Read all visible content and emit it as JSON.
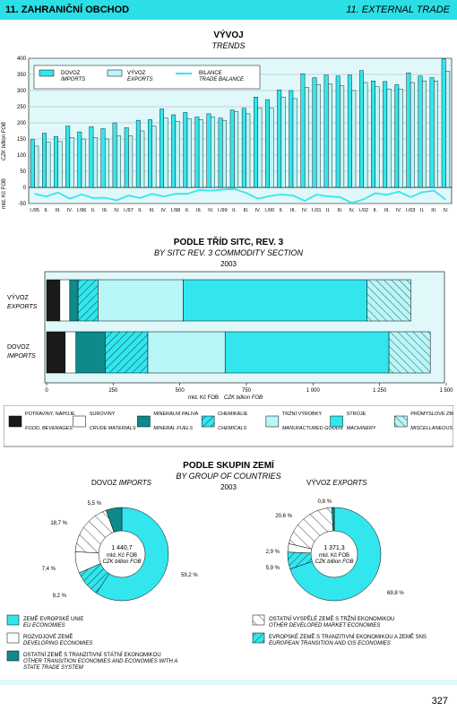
{
  "header": {
    "left": "11. ZAHRANIČNÍ OBCHOD",
    "right": "11. EXTERNAL TRADE"
  },
  "colors": {
    "cyan": "#33e6ee",
    "light_cyan": "#b8f6f8",
    "dark_teal": "#0e8a8a",
    "panel_bg": "#e0f8fa"
  },
  "trends": {
    "title": "VÝVOJ",
    "subtitle": "TRENDS",
    "ylabel_cz": "mld. Kč FOB",
    "ylabel_en": "CZK billion FOB",
    "legend": {
      "imports_cz": "DOVOZ",
      "imports_en": "IMPORTS",
      "exports_cz": "VÝVOZ",
      "exports_en": "EXPORTS",
      "balance_cz": "BILANCE",
      "balance_en": "TRADE BALANCE"
    }
  },
  "sitc": {
    "title": "PODLE TŘÍD SITC, REV. 3",
    "subtitle": "BY SITC REV. 3 COMMODITY SECTION",
    "year": "2003",
    "xlabel_cz": "mld. Kč FOB",
    "xlabel_en": "CZK billion FOB",
    "legend": [
      {
        "cz": "POTRAVINY, NÁPOJE",
        "en": "FOOD, BEVERAGES"
      },
      {
        "cz": "SUROVINY",
        "en": "CRUDE MATERIALS"
      },
      {
        "cz": "MINERÁLNÍ PALIVA",
        "en": "MINERAL FUELS"
      },
      {
        "cz": "CHEMIKÁLIE",
        "en": "CHEMICALS"
      },
      {
        "cz": "TRŽNÍ VÝROBKY",
        "en": "MANUFACTURED GOODS"
      },
      {
        "cz": "STROJE",
        "en": "MACHINERY"
      },
      {
        "cz": "PRŮMYSLOVÉ ZBOŽÍ",
        "en": "MISCELLANEOUS ARTICLES"
      }
    ]
  },
  "groups": {
    "title": "PODLE SKUPIN ZEMÍ",
    "subtitle": "BY GROUP OF COUNTRIES",
    "year": "2003",
    "imports_label_cz": "DOVOZ",
    "imports_label_en": "IMPORTS",
    "exports_label_cz": "VÝVOZ",
    "exports_label_en": "EXPORTS",
    "imports_center": [
      "1 440,7",
      "mld. Kč FOB",
      "CZK billion FOB"
    ],
    "exports_center": [
      "1 371,3",
      "mld. Kč FOB",
      "CZK billion FOB"
    ],
    "legend": [
      {
        "cz": "ZEMĚ EVROPSKÉ UNIE",
        "en": "EU ECONOMIES"
      },
      {
        "cz": "ROZVOJOVÉ ZEMĚ",
        "en": "DEVELOPING ECONOMIES"
      },
      {
        "cz": "OSTATNÍ ZEMĚ S TRANZITIVNÍ STÁTNÍ EKONOMIKOU",
        "en": "OTHER TRANSITION ECONOMIES AND ECONOMIES WITH A STATE TRADE SYSTEM"
      },
      {
        "cz": "OSTATNÍ VYSPĚLÉ ZEMĚ S TRŽNÍ EKONOMIKOU",
        "en": "OTHER DEVELOPED MARKET ECONOMIES"
      },
      {
        "cz": "EVROPSKÉ ZEMĚ S TRANZITIVNÍ EKONOMIKOU A ZEMĚ SNS",
        "en": "EUROPEAN TRANSITION AND CIS ECONOMIES"
      }
    ]
  },
  "page_number": "327",
  "chart_data": [
    {
      "type": "bar",
      "title": "VÝVOJ",
      "subtitle": "TRENDS",
      "ylabel": "mld. Kč FOB CZK billion FOB",
      "ylim": [
        -50,
        400
      ],
      "yticks": [
        -50,
        0,
        50,
        100,
        150,
        200,
        250,
        300,
        350,
        400
      ],
      "categories": [
        "I./95",
        "II.",
        "III.",
        "IV.",
        "I./96",
        "II.",
        "III.",
        "IV.",
        "I./97",
        "II.",
        "III.",
        "IV.",
        "I./98",
        "II.",
        "III.",
        "IV.",
        "I./99",
        "II.",
        "III.",
        "IV.",
        "I./00",
        "II.",
        "III.",
        "IV.",
        "I./01",
        "II.",
        "III.",
        "IV.",
        "I./02",
        "II.",
        "III.",
        "IV.",
        "I./03",
        "II.",
        "III.",
        "IV."
      ],
      "series": [
        {
          "name": "DOVOZ IMPORTS",
          "kind": "bar",
          "color": "#33e6ee",
          "values": [
            148,
            168,
            158,
            190,
            172,
            188,
            182,
            200,
            185,
            208,
            210,
            243,
            225,
            232,
            218,
            228,
            215,
            240,
            245,
            280,
            272,
            302,
            300,
            352,
            340,
            348,
            345,
            348,
            362,
            330,
            328,
            318,
            355,
            345,
            340,
            398
          ]
        },
        {
          "name": "VÝVOZ EXPORTS",
          "kind": "bar",
          "color": "#b8f6f8",
          "values": [
            128,
            140,
            142,
            155,
            150,
            155,
            150,
            160,
            160,
            175,
            190,
            215,
            205,
            212,
            210,
            218,
            208,
            235,
            228,
            245,
            245,
            280,
            275,
            310,
            318,
            320,
            315,
            300,
            325,
            312,
            305,
            305,
            325,
            330,
            330,
            360
          ]
        },
        {
          "name": "BILANCE TRADE BALANCE",
          "kind": "line",
          "color": "#33e6ee",
          "values": [
            -20,
            -28,
            -16,
            -35,
            -22,
            -33,
            -32,
            -40,
            -25,
            -33,
            -20,
            -28,
            -20,
            -20,
            -8,
            -10,
            -7,
            -5,
            -17,
            -35,
            -27,
            -22,
            -25,
            -42,
            -22,
            -28,
            -30,
            -48,
            -37,
            -18,
            -23,
            -13,
            -30,
            -15,
            -10,
            -38
          ]
        }
      ]
    },
    {
      "type": "bar",
      "orientation": "horizontal",
      "stacked": true,
      "title": "PODLE TŘÍD SITC, REV. 3",
      "subtitle": "BY SITC REV. 3 COMMODITY SECTION",
      "year": "2003",
      "xlabel": "mld. Kč FOB CZK billion FOB",
      "xlim": [
        0,
        1500
      ],
      "xticks": [
        0,
        250,
        500,
        750,
        1000,
        1250,
        1500
      ],
      "xtick_labels": [
        "0",
        "250",
        "500",
        "750",
        "1 000",
        "1 250",
        "1 500"
      ],
      "categories": [
        {
          "cz": "VÝVOZ",
          "en": "EXPORTS"
        },
        {
          "cz": "DOVOZ",
          "en": "IMPORTS"
        }
      ],
      "segments": [
        "POTRAVINY, NÁPOJE",
        "SUROVINY",
        "MINERÁLNÍ PALIVA",
        "CHEMIKÁLIE",
        "TRŽNÍ VÝROBKY",
        "STROJE",
        "PRŮMYSLOVÉ ZBOŽÍ"
      ],
      "series": [
        {
          "name": "VÝVOZ EXPORTS",
          "values": [
            50,
            37,
            31,
            75,
            320,
            690,
            165
          ]
        },
        {
          "name": "DOVOZ IMPORTS",
          "values": [
            70,
            40,
            110,
            160,
            290,
            615,
            155
          ]
        }
      ]
    },
    {
      "type": "pie",
      "style": "donut",
      "title": "DOVOZ IMPORTS",
      "total": "1 440,7 mld. Kč FOB",
      "slices": [
        {
          "name": "ZEMĚ EVROPSKÉ UNIE",
          "value": 59.2,
          "label": "59,2 %"
        },
        {
          "name": "EVROPSKÉ ZEMĚ S TRANZITIVNÍ EKONOMIKOU A ZEMĚ SNS",
          "value": 9.2,
          "label": "9,2 %"
        },
        {
          "name": "ROZVOJOVÉ ZEMĚ",
          "value": 7.4,
          "label": "7,4 %"
        },
        {
          "name": "OSTATNÍ VYSPĚLÉ ZEMĚ S TRŽNÍ EKONOMIKOU",
          "value": 18.7,
          "label": "18,7 %"
        },
        {
          "name": "OSTATNÍ ZEMĚ S TRANZITIVNÍ STÁTNÍ EKONOMIKOU",
          "value": 5.5,
          "label": "5,5 %"
        }
      ]
    },
    {
      "type": "pie",
      "style": "donut",
      "title": "VÝVOZ EXPORTS",
      "total": "1 371,3 mld. Kč FOB",
      "slices": [
        {
          "name": "ZEMĚ EVROPSKÉ UNIE",
          "value": 69.8,
          "label": "69,8 %"
        },
        {
          "name": "EVROPSKÉ ZEMĚ S TRANZITIVNÍ EKONOMIKOU A ZEMĚ SNS",
          "value": 5.9,
          "label": "5,9 %"
        },
        {
          "name": "ROZVOJOVÉ ZEMĚ",
          "value": 2.9,
          "label": "2,9 %"
        },
        {
          "name": "OSTATNÍ VYSPĚLÉ ZEMĚ S TRŽNÍ EKONOMIKOU",
          "value": 20.6,
          "label": "20,6 %"
        },
        {
          "name": "OSTATNÍ ZEMĚ S TRANZITIVNÍ STÁTNÍ EKONOMIKOU",
          "value": 0.8,
          "label": "0,8 %"
        }
      ]
    }
  ]
}
